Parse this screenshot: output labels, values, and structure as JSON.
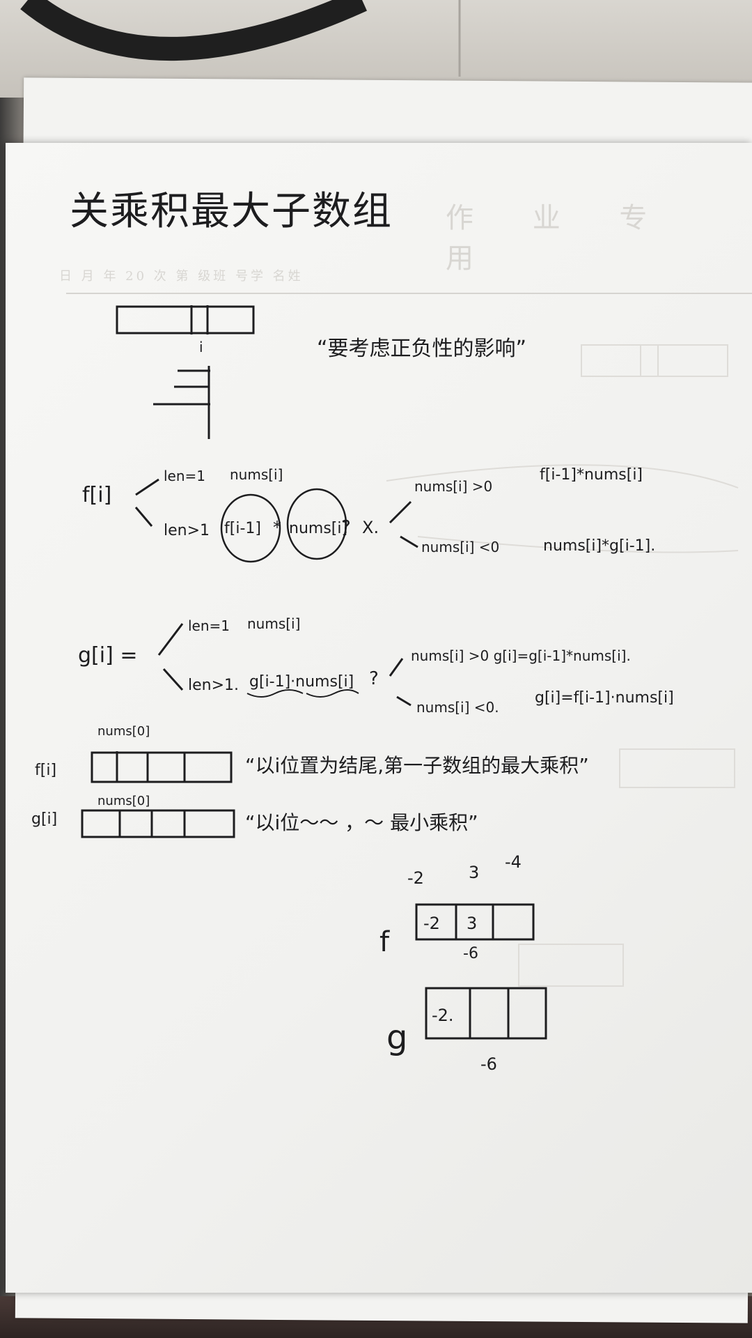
{
  "sheet": {
    "title": "关乘积最大子数组",
    "note_boundary": "“要考虑正负性的影响”",
    "i_label": "i",
    "f_label": "f[i]",
    "f_len1": "len=1",
    "f_len1_val": "nums[i]",
    "f_lengt1": "len>1",
    "f_prod_a": "f[i-1]",
    "f_times": "*",
    "f_prod_b": "nums[i]",
    "f_q": "?",
    "f_x": "X.",
    "f_cond_pos": "nums[i] >0",
    "f_res_pos": "f[i-1]*nums[i]",
    "f_cond_neg": "nums[i] <0",
    "f_res_neg": "nums[i]*g[i-1].",
    "g_label": "g[i] =",
    "g_len1": "len=1",
    "g_len1_val": "nums[i]",
    "g_lengt1": "len>1.",
    "g_prod": "g[i-1]·nums[i]",
    "g_q": "?",
    "g_cond_pos": "nums[i] >0 g[i]=g[i-1]*nums[i].",
    "g_cond_neg": "nums[i] <0.",
    "g_res_neg": "g[i]=f[i-1]·nums[i]",
    "f_arr_label": "f[i]",
    "f_arr_top": "nums[0]",
    "f_arr_desc": "“以i位置为结尾,第一子数组的最大乘积”",
    "g_arr_label": "g[i]",
    "g_arr_top": "nums[0]",
    "g_arr_desc": "“以i位～～ ，～ 最小乘积”",
    "ex_n1": "-2",
    "ex_n2": "3",
    "ex_n3": "-4",
    "ex_f_label": "f",
    "ex_f_c1": "-2",
    "ex_f_c2": "3",
    "ex_f_below": "-6",
    "ex_g_label": "g",
    "ex_g_c1": "-2.",
    "ex_g_below": "-6"
  },
  "bleed_through": {
    "header_title": "作 业 专 用",
    "header_line": "日 月 年 20 次 第 级班 号学 名姓"
  }
}
